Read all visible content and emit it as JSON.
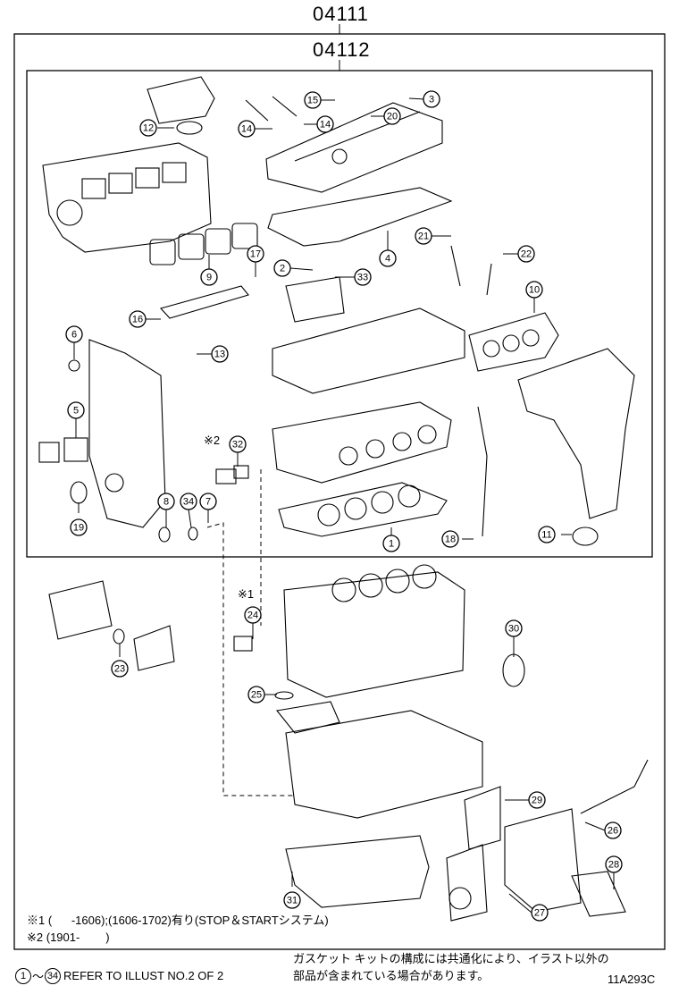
{
  "header": {
    "outer_code": "04111",
    "inner_code": "04112"
  },
  "callouts": [
    "1",
    "2",
    "3",
    "4",
    "5",
    "6",
    "7",
    "8",
    "9",
    "10",
    "11",
    "12",
    "13",
    "14",
    "14",
    "15",
    "16",
    "17",
    "18",
    "19",
    "20",
    "21",
    "22",
    "23",
    "24",
    "25",
    "26",
    "27",
    "28",
    "29",
    "30",
    "31",
    "32",
    "33",
    "34"
  ],
  "markers": {
    "m1": "※1",
    "m2": "※2"
  },
  "footnotes": {
    "n1": "※1 (      -1606);(1606-1702)有り(STOP＆STARTシステム)",
    "n2": "※2 (1901-        )"
  },
  "refer": {
    "from": "1",
    "to": "34",
    "tilde": "～",
    "text": "REFER TO ILLUST NO.2 OF 2"
  },
  "japanese_note": {
    "line1": "ガスケット キットの構成には共通化により、イラスト以外の",
    "line2": "部品が含まれている場合があります。"
  },
  "illust_code": "11A293C"
}
